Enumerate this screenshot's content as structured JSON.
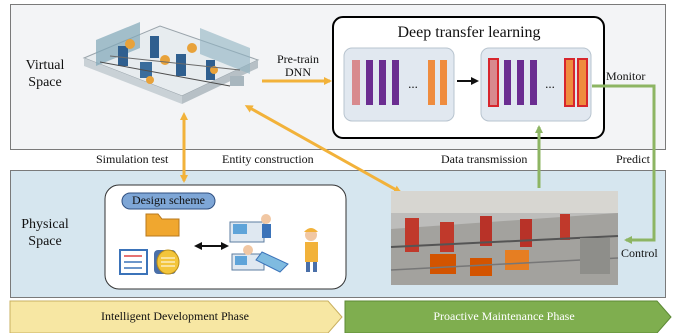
{
  "virtual_space": {
    "label_line1": "Virtual",
    "label_line2": "Space"
  },
  "physical_space": {
    "label_line1": "Physical",
    "label_line2": "Space"
  },
  "pretrain": {
    "line1": "Pre-train",
    "line2": "DNN"
  },
  "dtl": {
    "title": "Deep transfer learning",
    "ellipsis_left": "...",
    "ellipsis_right": "..."
  },
  "monitor_label": "Monitor",
  "predict_label": "Predict",
  "control_label": "Control",
  "simulation_label": "Simulation test",
  "entity_label": "Entity construction",
  "data_transmission_label": "Data transmission",
  "design_scheme_label": "Design scheme",
  "phases": {
    "intelligent": "Intelligent Development Phase",
    "proactive": "Proactive Maintenance Phase"
  },
  "colors": {
    "virtual_bg": "#f3f4f6",
    "physical_bg": "#d6e6ef",
    "arrow_orange": "#f2b23a",
    "arrow_green": "#8db563",
    "purple_layer": "#6b2d91",
    "pink_layer": "#d88a8e",
    "orange_layer": "#ef8c3e",
    "red_outline": "#d7262d"
  }
}
